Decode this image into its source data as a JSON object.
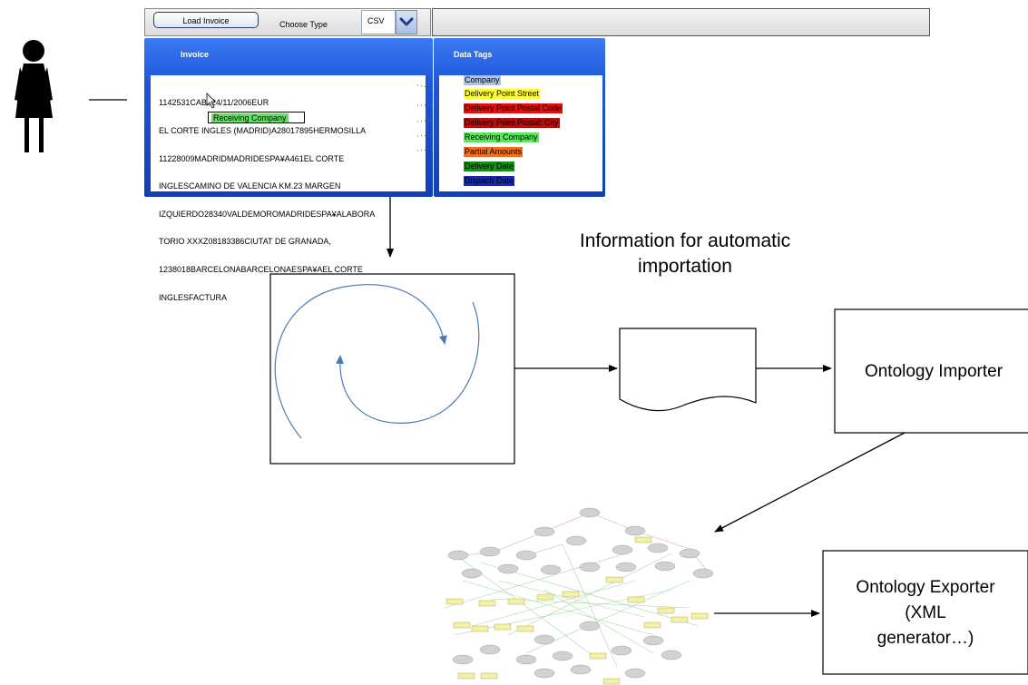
{
  "toolbar": {
    "load_invoice": "Load Invoice",
    "choose_type": "Choose Type",
    "type_value": "CSV"
  },
  "invoice_panel": {
    "title": "Invoice",
    "lines": [
      "1142531CAB024/11/2006EUR",
      "EL CORTE INGLES (MADRID)A28017895HERMOSILLA",
      "11228009MADRIDMADRIDESPA¥A461EL CORTE",
      "INGLESCAMINO DE VALENCIA KM.23 MARGEN",
      "IZQUIERDO28340VALDEMOROMADRIDESPA¥ALABORA",
      "TORIO XXXZ08183386CIUTAT DE GRANADA,",
      "1238018BARCELONABARCELONAESPA¥AEL CORTE",
      "INGLESFACTURA"
    ],
    "popup_label": "Receiving Company",
    "popup_color": "#5ce65c"
  },
  "tags_panel": {
    "title": "Data Tags",
    "tags": [
      {
        "label": "Company",
        "color": "#a8c4ec",
        "text_color": "#000000"
      },
      {
        "label": "Delivery Point Street",
        "color": "#ffff33",
        "text_color": "#000000"
      },
      {
        "label": "Delivery Point Postal Code",
        "color": "#e01010",
        "text_color": "#000000"
      },
      {
        "label": "Delivery Point Postal: City",
        "color": "#b01010",
        "text_color": "#000000"
      },
      {
        "label": "Receiving Company",
        "color": "#5ce65c",
        "text_color": "#000000"
      },
      {
        "label": "Partial Amounts",
        "color": "#f07020",
        "text_color": "#000000"
      },
      {
        "label": "Delivery Date",
        "color": "#1a8a1a",
        "text_color": "#000000"
      },
      {
        "label": "Dispach Date",
        "color": "#1a2aa0",
        "text_color": "#000000"
      }
    ]
  },
  "diagram": {
    "info_text_line1": "Information for automatic",
    "info_text_line2": "importation",
    "ontology_importer": "Ontology Importer",
    "ontology_exporter_line1": "Ontology Exporter",
    "ontology_exporter_line2": "(XML",
    "ontology_exporter_line3": "generator…)",
    "arrow_color": "#000000",
    "cycle_arrow_color": "#4a7ab8"
  }
}
